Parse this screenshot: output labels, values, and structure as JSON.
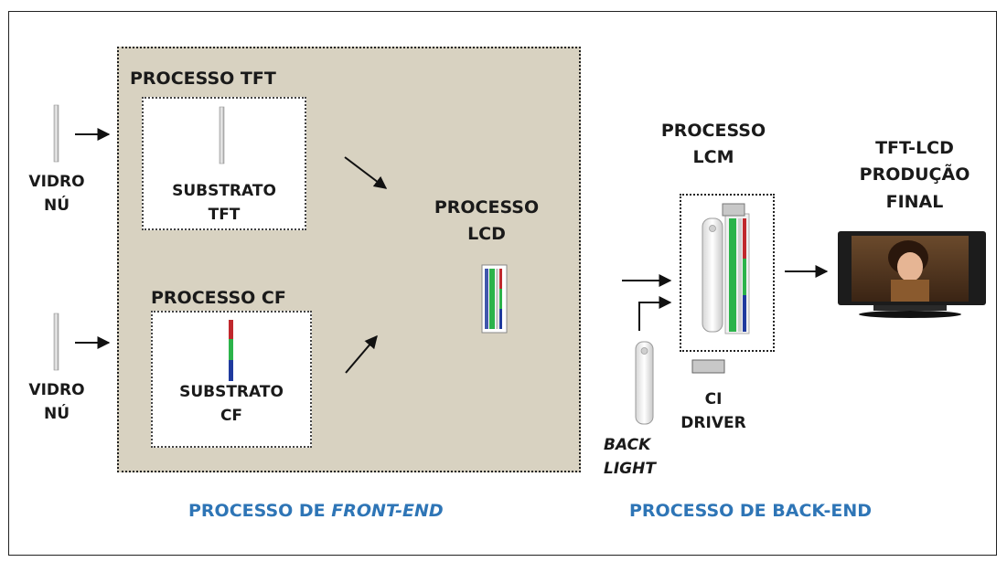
{
  "frontend": {
    "tft_process_title": "PROCESSO TFT",
    "tft_substrate_line1": "SUBSTRATO",
    "tft_substrate_line2": "TFT",
    "cf_process_title": "PROCESSO CF",
    "cf_substrate_line1": "SUBSTRATO",
    "cf_substrate_line2": "CF",
    "lcd_process_line1": "PROCESSO",
    "lcd_process_line2": "LCD",
    "caption_prefix": "PROCESSO DE ",
    "caption_emphasis": "FRONT-END"
  },
  "inputs": {
    "glass_top_line1": "VIDRO",
    "glass_top_line2": "NÚ",
    "glass_bottom_line1": "VIDRO",
    "glass_bottom_line2": "NÚ"
  },
  "backend": {
    "lcm_process_line1": "PROCESSO",
    "lcm_process_line2": "LCM",
    "ci_driver_line1": "CI",
    "ci_driver_line2": "DRIVER",
    "back_light_line1": "BACK",
    "back_light_line2": "LIGHT",
    "caption": "PROCESSO DE BACK-END"
  },
  "output": {
    "final_line1": "TFT-LCD",
    "final_line2": "PRODUÇÃO",
    "final_line3": "FINAL"
  },
  "colors": {
    "frontend_panel_bg": "#d8d2c1",
    "caption_blue": "#2e75b6",
    "filter_red": "#c0282d",
    "filter_green": "#2bb34a",
    "filter_blue": "#1f3a9e"
  }
}
